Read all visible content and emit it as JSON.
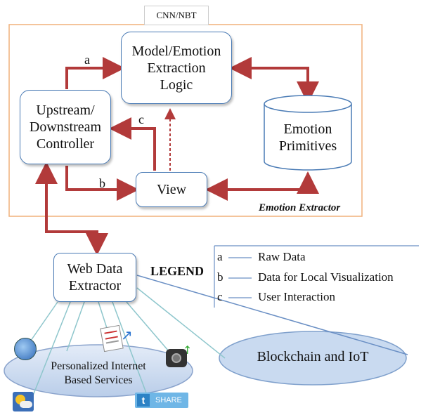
{
  "frame": {
    "cnn_tag": "CNN/NBT",
    "caption": "Emotion Extractor"
  },
  "nodes": {
    "model": "Model/Emotion\nExtraction\nLogic",
    "controller": "Upstream/\nDownstream\nController",
    "primitives": "Emotion\nPrimitives",
    "view": "View",
    "web_extractor": "Web Data\nExtractor",
    "services": "Personalized Internet\nBased Services",
    "blockchain": "Blockchain and IoT"
  },
  "arrow_labels": {
    "a": "a",
    "b": "b",
    "c": "c"
  },
  "legend": {
    "title": "LEGEND",
    "items": [
      {
        "key": "a",
        "text": "Raw Data"
      },
      {
        "key": "b",
        "text": "Data for Local Visualization"
      },
      {
        "key": "c",
        "text": "User Interaction"
      }
    ]
  },
  "icons": {
    "share_label": "SHARE"
  },
  "colors": {
    "arrow": "#b23a3a",
    "box_border": "#4a7bb5",
    "frame_border": "#f0b07a",
    "line": "#8ec6cc",
    "ellipse": "#c9daf0"
  }
}
